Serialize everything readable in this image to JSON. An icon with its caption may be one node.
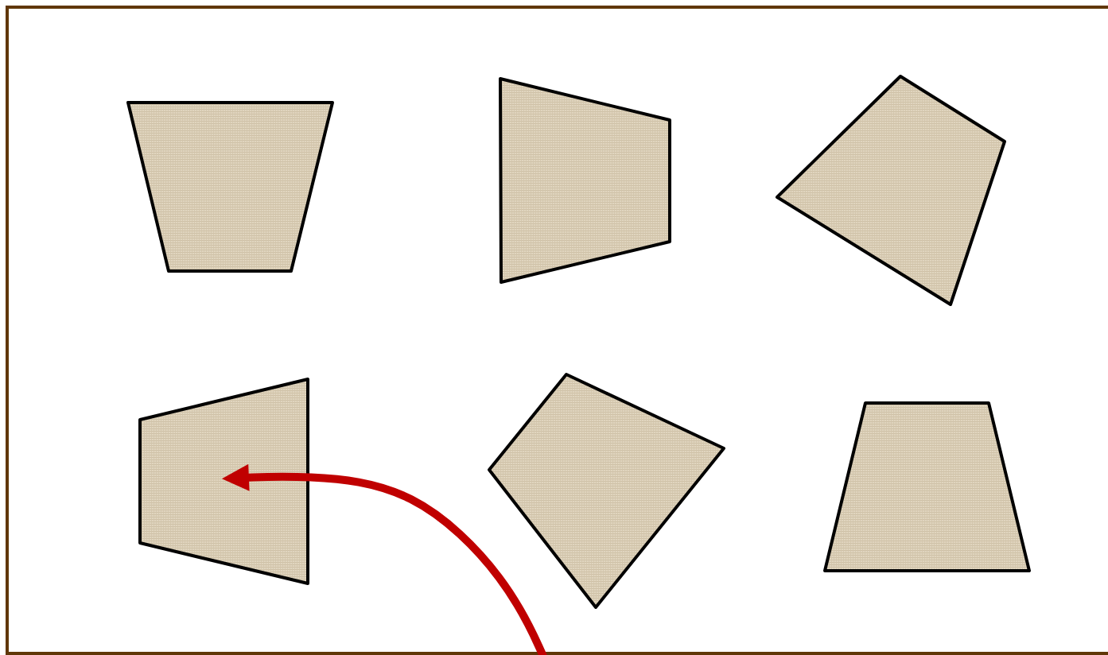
{
  "diagram": {
    "nodes": [
      {
        "text": [],
        "shape": "trapezoid"
      },
      {
        "text": [],
        "shape": "trapezoid"
      },
      {
        "text": [],
        "shape": "trapezoid"
      },
      {
        "text": [],
        "shape": "trapezoid"
      },
      {
        "text": [],
        "shape": "trapezoid"
      },
      {
        "text": [],
        "shape": "trapezoid"
      }
    ],
    "edges": [
      {
        "from": null,
        "to": 3,
        "arrow": "to",
        "color": "#c00000"
      }
    ]
  }
}
